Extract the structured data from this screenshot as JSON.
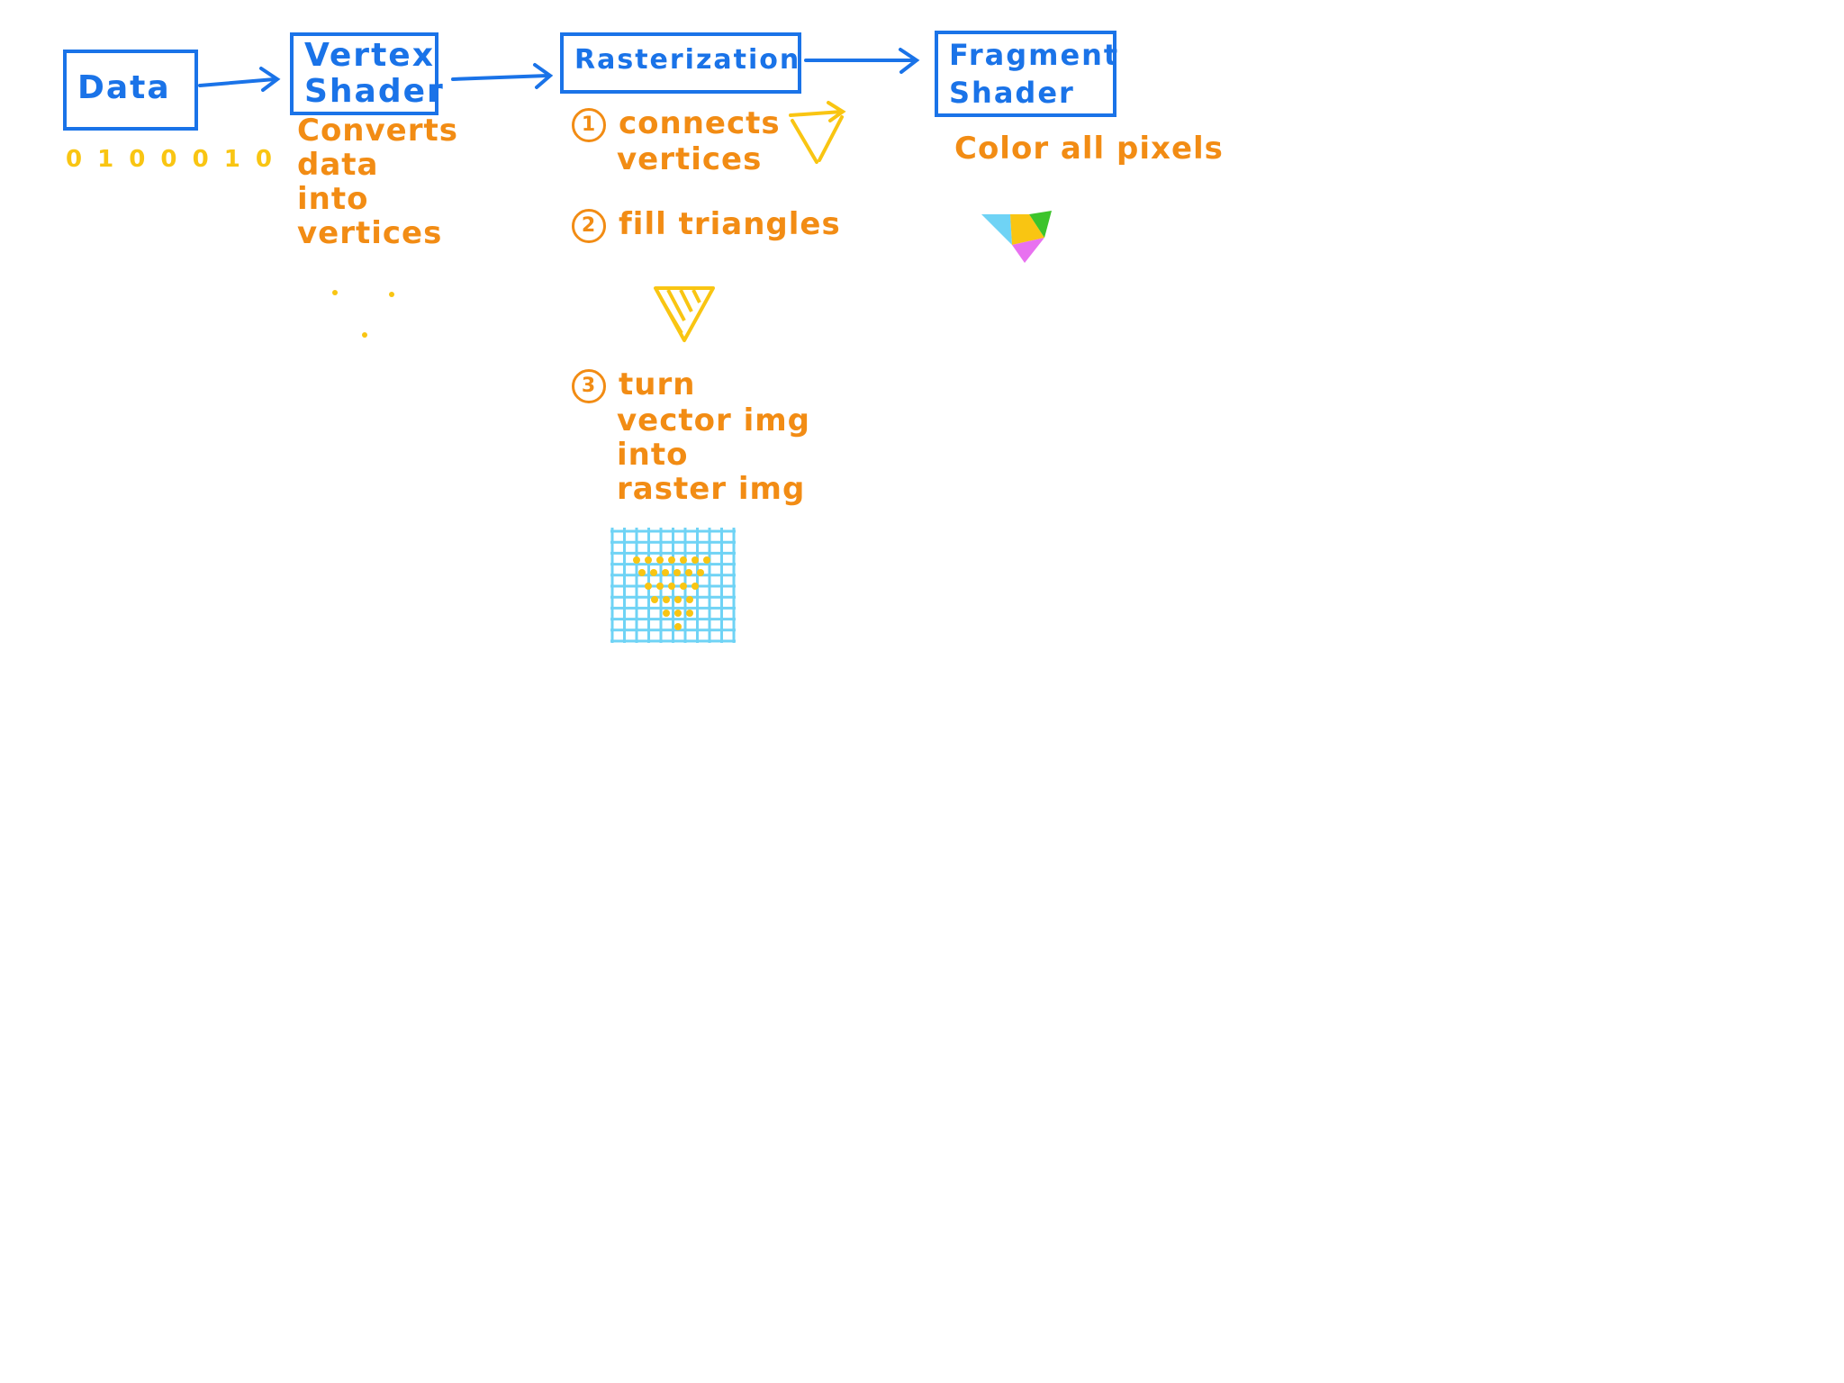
{
  "boxes": {
    "data": "Data",
    "vertex_shader": [
      "Vertex",
      "Shader"
    ],
    "rasterization": "Rasterization",
    "fragment_shader": [
      "Fragment",
      "Shader"
    ]
  },
  "data_bits": "0 1 0 0 0 1 0",
  "vertex_shader_note": [
    "Converts",
    "data",
    "into",
    "vertices"
  ],
  "rasterization_steps": [
    {
      "num": "1",
      "lines": [
        "connects",
        "vertices"
      ]
    },
    {
      "num": "2",
      "lines": [
        "fill triangles"
      ]
    },
    {
      "num": "3",
      "lines": [
        "turn",
        "vector img",
        "into",
        "raster img"
      ]
    }
  ],
  "fragment_shader_note": "Color all pixels",
  "colors": {
    "box": "#1a73e8",
    "note": "#f28c14",
    "yellow": "#f9c512",
    "grid": "#6fd3f5",
    "frag_blue": "#6fd3f5",
    "frag_yellow": "#f9c512",
    "frag_green": "#3cc42b",
    "frag_pink": "#e871f0"
  }
}
